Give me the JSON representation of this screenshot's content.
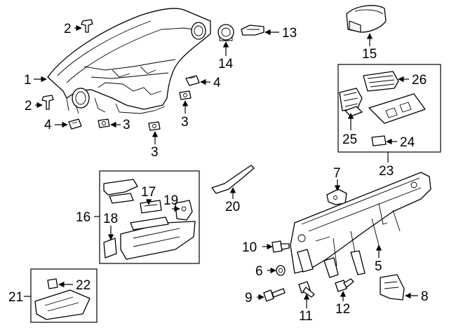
{
  "callouts": [
    {
      "id": "c1",
      "text": "1"
    },
    {
      "id": "c2a",
      "text": "2"
    },
    {
      "id": "c2b",
      "text": "2"
    },
    {
      "id": "c3a",
      "text": "3"
    },
    {
      "id": "c3b",
      "text": "3"
    },
    {
      "id": "c3c",
      "text": "3"
    },
    {
      "id": "c4a",
      "text": "4"
    },
    {
      "id": "c4b",
      "text": "4"
    },
    {
      "id": "c5",
      "text": "5"
    },
    {
      "id": "c6",
      "text": "6"
    },
    {
      "id": "c7",
      "text": "7"
    },
    {
      "id": "c8",
      "text": "8"
    },
    {
      "id": "c9",
      "text": "9"
    },
    {
      "id": "c10",
      "text": "10"
    },
    {
      "id": "c11",
      "text": "11"
    },
    {
      "id": "c12",
      "text": "12"
    },
    {
      "id": "c13",
      "text": "13"
    },
    {
      "id": "c14",
      "text": "14"
    },
    {
      "id": "c15",
      "text": "15"
    },
    {
      "id": "c16",
      "text": "16"
    },
    {
      "id": "c17",
      "text": "17"
    },
    {
      "id": "c18",
      "text": "18"
    },
    {
      "id": "c19",
      "text": "19"
    },
    {
      "id": "c20",
      "text": "20"
    },
    {
      "id": "c21",
      "text": "21"
    },
    {
      "id": "c22",
      "text": "22"
    },
    {
      "id": "c23",
      "text": "23"
    },
    {
      "id": "c24",
      "text": "24"
    },
    {
      "id": "c25",
      "text": "25"
    },
    {
      "id": "c26",
      "text": "26"
    }
  ]
}
